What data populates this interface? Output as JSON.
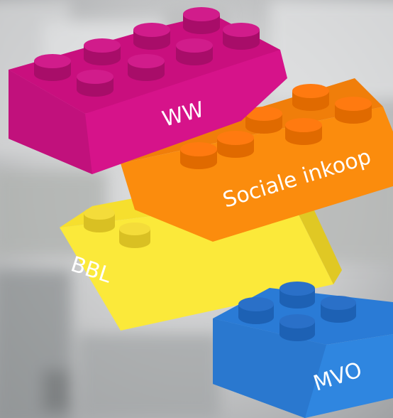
{
  "colors": {
    "background": "#c9cacb",
    "magenta": "#d6138a",
    "orange": "#fb8c0d",
    "yellow": "#fbe93a",
    "blue": "#2f86e0"
  },
  "bricks": {
    "ww": {
      "label": "WW",
      "color": "#d6138a"
    },
    "sociale_inkoop": {
      "label": "Sociale inkoop",
      "color": "#fb8c0d"
    },
    "bbl": {
      "label": "BBL",
      "color": "#fbe93a"
    },
    "mvo": {
      "label": "MVO",
      "color": "#2f86e0"
    }
  }
}
